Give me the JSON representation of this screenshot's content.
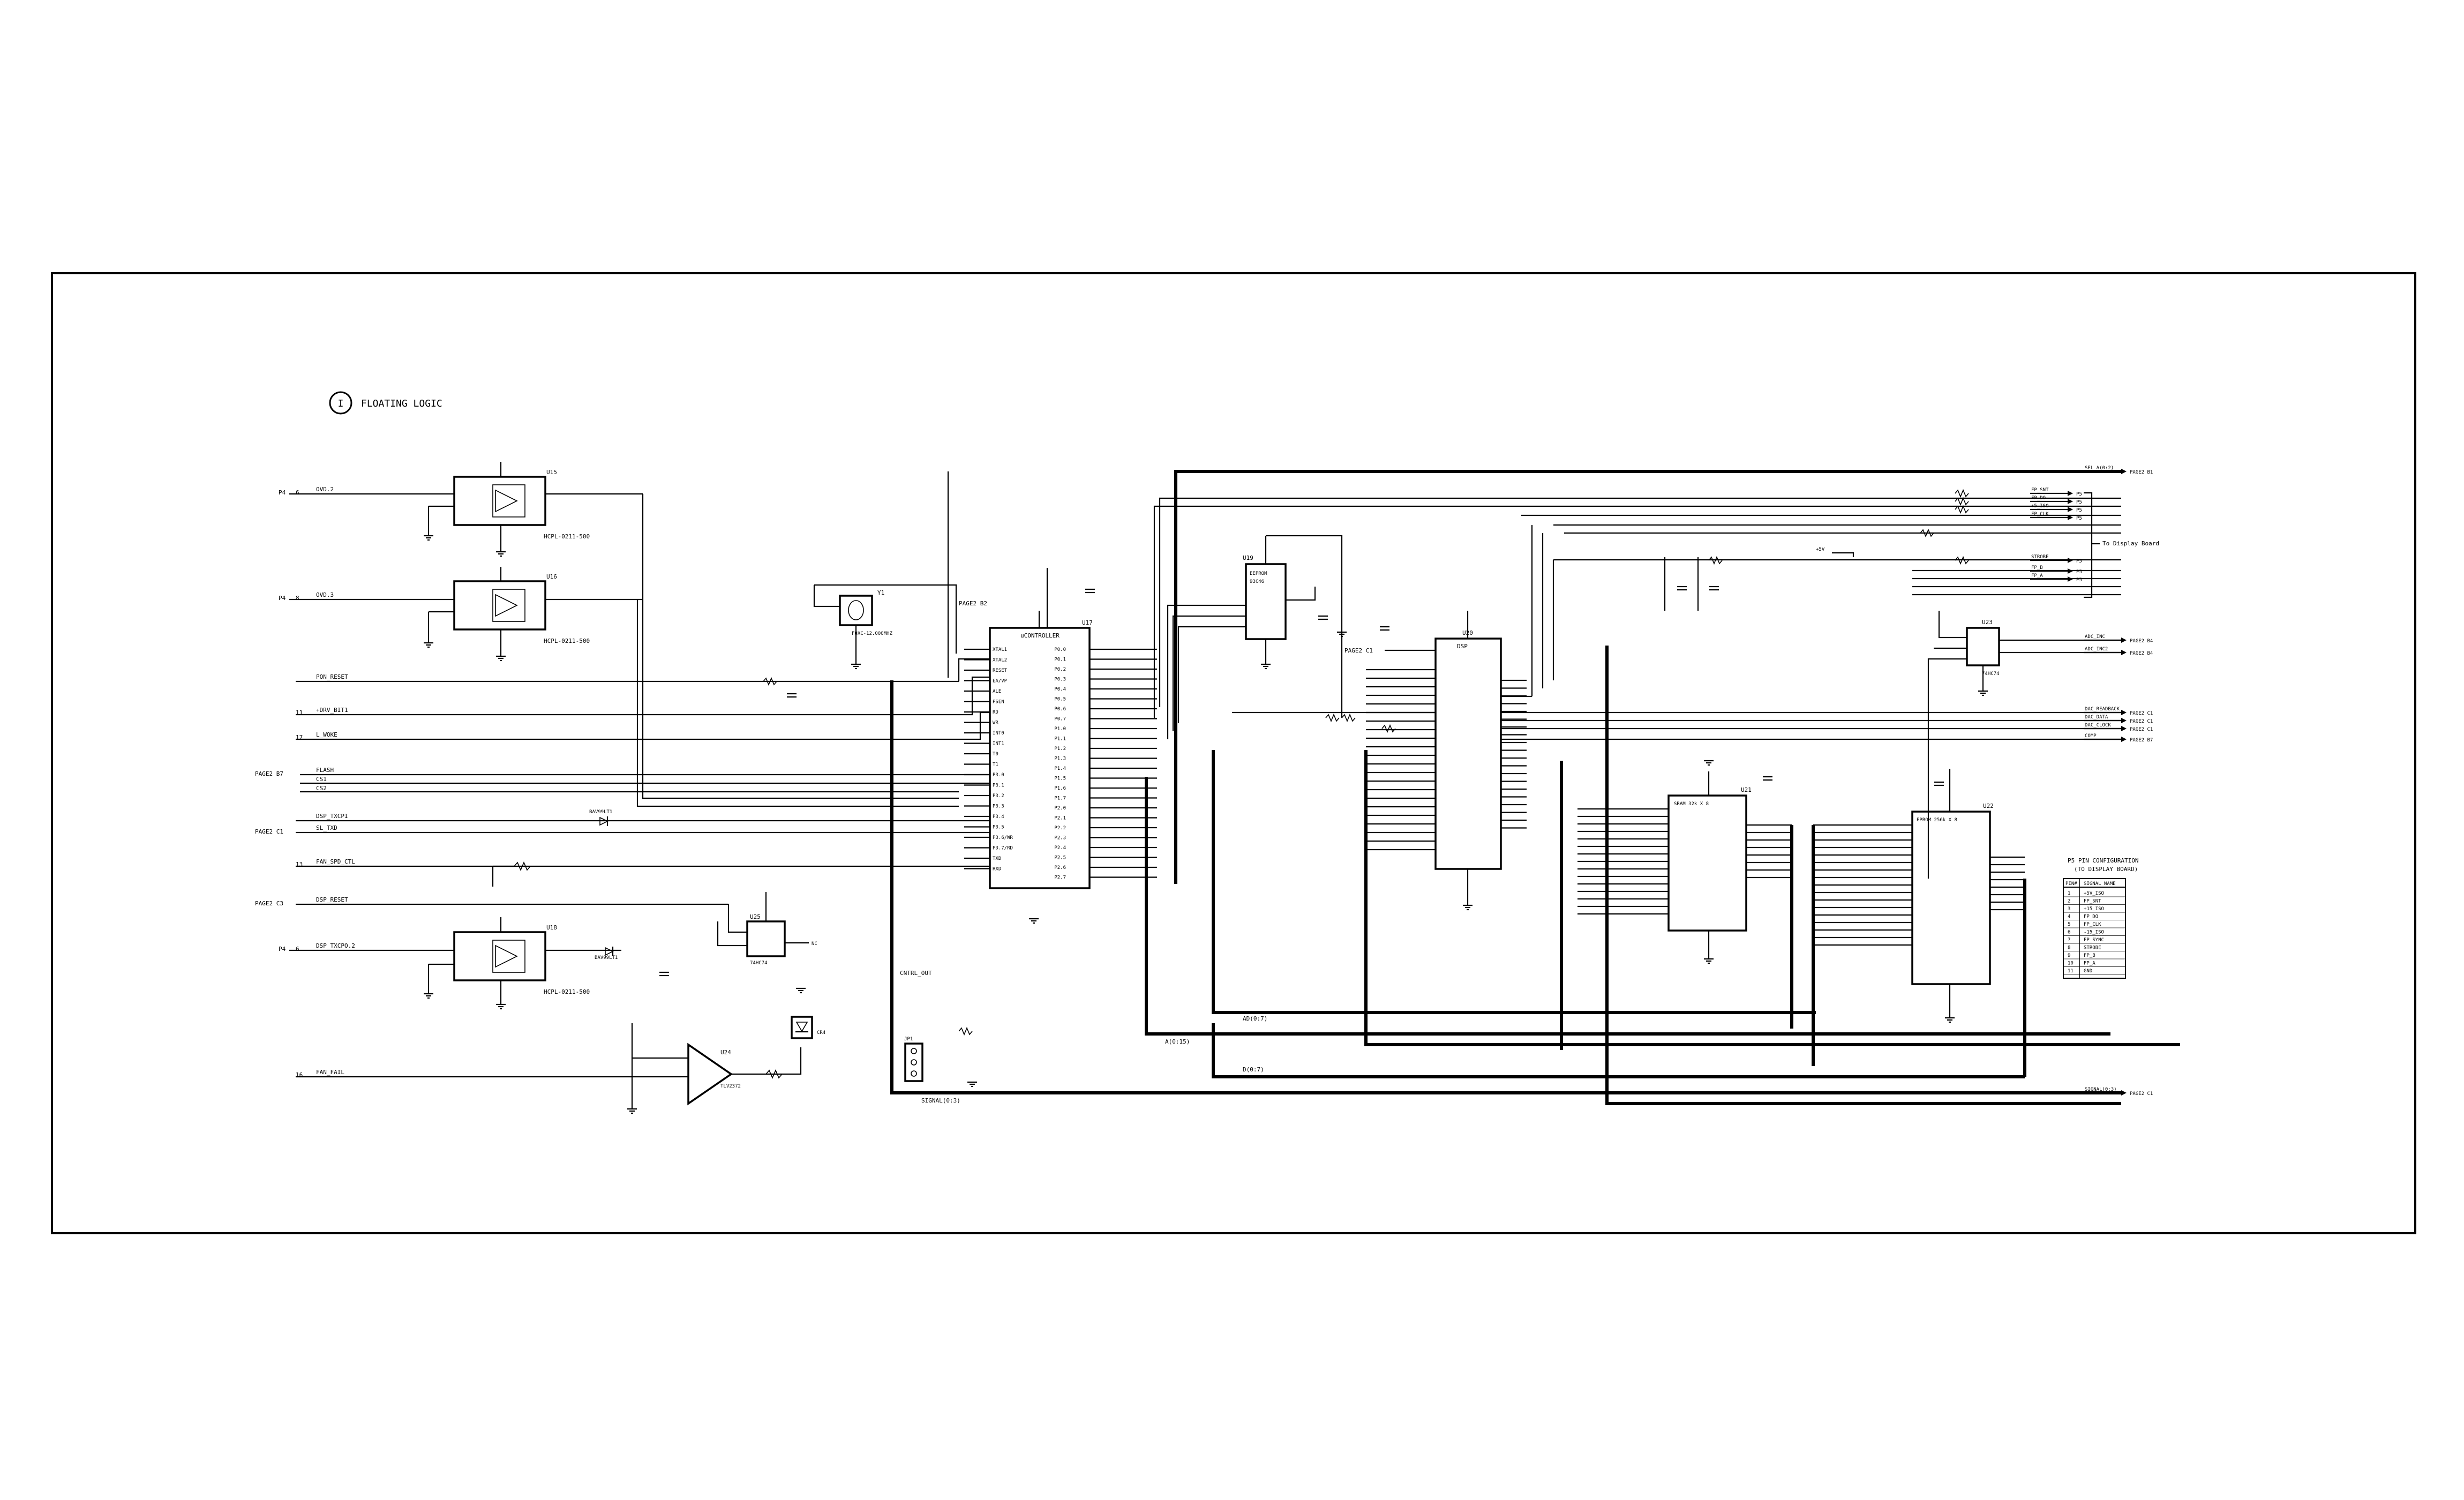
{
  "title": "FLOATING LOGIC",
  "section_mark": "I",
  "left_connector": {
    "refdes": "P4",
    "pins": [
      {
        "pin": "6",
        "net": "OVD.2"
      },
      {
        "pin": "8",
        "net": "OVD.3"
      },
      {
        "pin": "",
        "net": "PON_RESET"
      },
      {
        "pin": "11",
        "net": "+DRV_BIT1"
      },
      {
        "pin": "17",
        "net": "L_WOKE"
      },
      {
        "pin": "",
        "net": "FLASH"
      },
      {
        "pin": "",
        "net": "CS1"
      },
      {
        "pin": "",
        "net": "CS2"
      },
      {
        "pin": "",
        "net": "DSP_TXCPI"
      },
      {
        "pin": "",
        "net": "SL_TXD"
      },
      {
        "pin": "13",
        "net": "FAN_SPD_CTL"
      },
      {
        "pin": "",
        "net": "DSP_RESET"
      },
      {
        "pin": "6",
        "net": "DSP_TXCPO.2"
      },
      {
        "pin": "16",
        "net": "FAN_FAIL"
      }
    ]
  },
  "page_refs": {
    "p7": "PAGE2 B7",
    "c1": "PAGE2 C1",
    "c3": "PAGE2 C3",
    "b2": "PAGE2 B2",
    "b7a": "PAGE2 B7",
    "b7b": "PAGE2 B7",
    "c1b": "PAGE2 C1"
  },
  "optocouplers": [
    {
      "ref": "U15",
      "part": "HCPL-0211-500"
    },
    {
      "ref": "U16",
      "part": "HCPL-0211-500"
    },
    {
      "ref": "U18",
      "part": "HCPL-0211-500"
    }
  ],
  "mcu": {
    "ref": "U17",
    "title": "uCONTROLLER",
    "left_pins": [
      "XTAL1",
      "XTAL2",
      "RESET",
      "EA/VP",
      "ALE",
      "PSEN",
      "RD",
      "WR",
      "INT0",
      "INT1",
      "T0",
      "T1",
      "P3.0",
      "P3.1",
      "P3.2",
      "P3.3",
      "P3.4",
      "P3.5",
      "P3.6/WR",
      "P3.7/RD",
      "TXD",
      "RXD"
    ],
    "right_pins": [
      "P0.0",
      "P0.1",
      "P0.2",
      "P0.3",
      "P0.4",
      "P0.5",
      "P0.6",
      "P0.7",
      "P1.0",
      "P1.1",
      "P1.2",
      "P1.3",
      "P1.4",
      "P1.5",
      "P1.6",
      "P1.7",
      "P2.0",
      "P2.1",
      "P2.2",
      "P2.3",
      "P2.4",
      "P2.5",
      "P2.6",
      "P2.7"
    ]
  },
  "crystal": {
    "ref": "Y1",
    "value": "FOXC-12.000MHZ"
  },
  "eeprom": {
    "ref": "U19",
    "title": "EEPROM",
    "part": "93C46"
  },
  "dsp": {
    "ref": "U20",
    "title": "DSP"
  },
  "ram": {
    "ref": "U21",
    "title": "SRAM 32k X 8"
  },
  "eprom": {
    "ref": "U22",
    "title": "EPROM 256k X 8"
  },
  "buffer": {
    "ref": "U23",
    "part": "74HC74"
  },
  "right_outputs": [
    {
      "net": "SEL_A(0:2)",
      "ref": "PAGE2 B1"
    },
    {
      "net": "FP_SNT",
      "ref": "P5"
    },
    {
      "net": "FP_DO",
      "ref": "P5"
    },
    {
      "net": "+5_ISO",
      "ref": "P5"
    },
    {
      "net": "FP_CLK",
      "ref": "P5"
    },
    {
      "net": "STROBE",
      "ref": "P5"
    },
    {
      "net": "FP_B",
      "ref": "P5"
    },
    {
      "net": "FP_A",
      "ref": "P5"
    },
    {
      "net": "ADC_INC",
      "ref": "PAGE2 B4"
    },
    {
      "net": "ADC_INC2",
      "ref": "PAGE2 B4"
    },
    {
      "net": "DAC_READBACK",
      "ref": "PAGE2 C1"
    },
    {
      "net": "DAC_DATA",
      "ref": "PAGE2 C1"
    },
    {
      "net": "DAC_CLOCK",
      "ref": "PAGE2 C1"
    },
    {
      "net": "COMP",
      "ref": "PAGE2 B7"
    },
    {
      "net": "SIGNAL(0:3)",
      "ref": "PAGE2 C1"
    }
  ],
  "display_label": "To Display Board",
  "buses": {
    "a": "A(0:15)",
    "ad": "AD(0:7)",
    "data": "D(0:7)",
    "signal": "SIGNAL(0:3)",
    "ctrl": "CNTRL_OUT"
  },
  "pinout_table": {
    "title": "P5 PIN CONFIGURATION",
    "subtitle": "(TO DISPLAY BOARD)",
    "headers": [
      "PIN#",
      "SIGNAL NAME"
    ],
    "rows": [
      [
        "1",
        "+5V_ISO"
      ],
      [
        "2",
        "FP_SNT"
      ],
      [
        "3",
        "+15_ISO"
      ],
      [
        "4",
        "FP_DO"
      ],
      [
        "5",
        "FP_CLK"
      ],
      [
        "6",
        "-15_ISO"
      ],
      [
        "7",
        "FP_SYNC"
      ],
      [
        "8",
        "STROBE"
      ],
      [
        "9",
        "FP_B"
      ],
      [
        "10",
        "FP_A"
      ],
      [
        "11",
        "GND"
      ]
    ]
  },
  "misc_labels": {
    "opamp": "U24",
    "opamp_part": "TLV2372",
    "buf": "U25",
    "jumper": "JP1",
    "diode": "CR4",
    "zener": "BAV99LT1",
    "nc": "NC",
    "vcc": "+5V",
    "gnd": "GND"
  }
}
